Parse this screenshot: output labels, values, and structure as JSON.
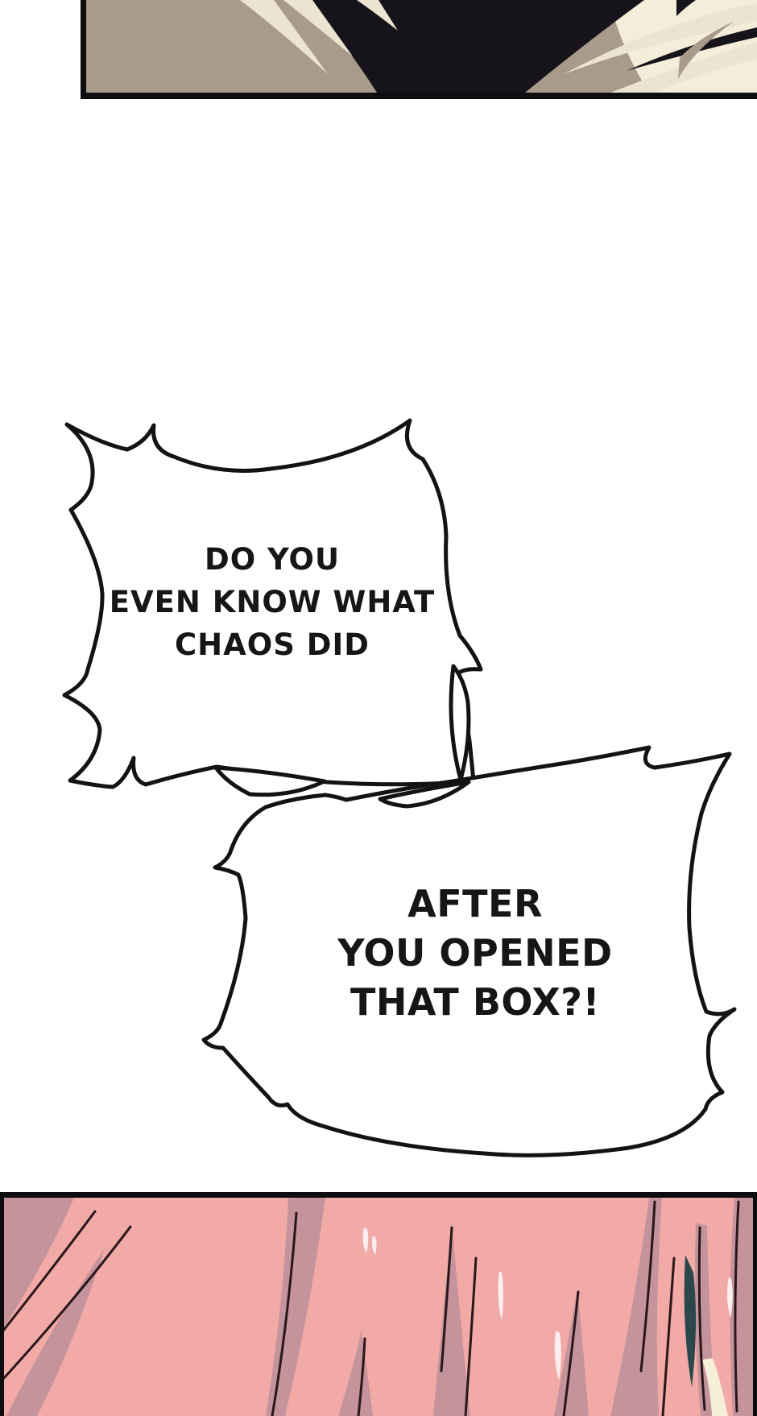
{
  "page": {
    "kind": "webtoon-comic-page",
    "background": "#ffffff"
  },
  "bubbles": [
    {
      "id": "shout-bubble-1",
      "lines": [
        "DO YOU",
        "EVEN KNOW WHAT",
        "CHAOS DID"
      ],
      "fill": "#ffffff",
      "outline": "#131313"
    },
    {
      "id": "shout-bubble-2",
      "lines": [
        "AFTER",
        "YOU OPENED",
        "THAT BOX?!"
      ],
      "fill": "#ffffff",
      "outline": "#131313"
    }
  ],
  "panels": {
    "top": {
      "description": "cropped close-up of black and cream spiky hair",
      "taupe_bg": "#a89b8c",
      "cream_bg": "#f4edda",
      "cream_strand": "#ece4d1",
      "hair_black": "#16131a",
      "border": "#0d0c0e"
    },
    "bottom": {
      "description": "cropped close-up of pink hair strands",
      "pink_bg": "#f1aaa5",
      "dusty_strand": "#c5939b",
      "line_dark": "#2a171a",
      "teal_accent": "#2b474c",
      "cream_accent": "#f6eed7",
      "highlight": "#fdeff0",
      "border": "#0d0c0e"
    }
  }
}
